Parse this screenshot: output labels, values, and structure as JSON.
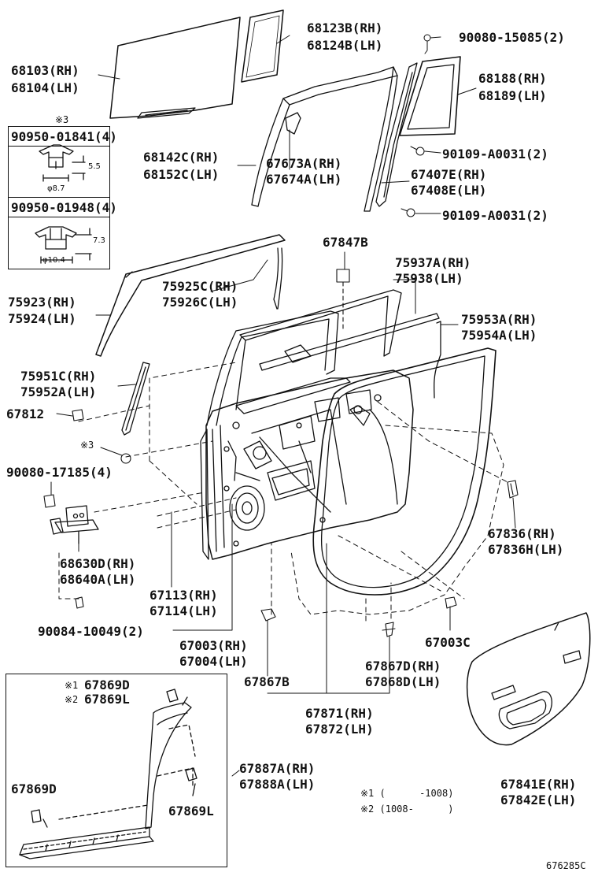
{
  "labels": {
    "l68123b": "68123B(RH)",
    "l68124b": "68124B(LH)",
    "l90080_15085": "90080-15085(2)",
    "l68103": "68103(RH)",
    "l68104": "68104(LH)",
    "l68188": "68188(RH)",
    "l68189": "68189(LH)",
    "l90109a_1": "90109-A0031(2)",
    "l68142c": "68142C(RH)",
    "l68152c": "68152C(LH)",
    "l67673a": "67673A(RH)",
    "l67674a": "67674A(LH)",
    "l67407e": "67407E(RH)",
    "l67408e": "67408E(LH)",
    "l90109a_2": "90109-A0031(2)",
    "l67847b": "67847B",
    "l75937a": "75937A(RH)",
    "l75938": "75938(LH)",
    "l75925c": "75925C(RH)",
    "l75926c": "75926C(LH)",
    "l75923": "75923(RH)",
    "l75924": "75924(LH)",
    "l75953a": "75953A(RH)",
    "l75954a": "75954A(LH)",
    "l75951c": "75951C(RH)",
    "l75952a": "75952A(LH)",
    "l67812": "67812",
    "l90080_17185": "90080-17185(4)",
    "l67836": "67836(RH)",
    "l67836h": "67836H(LH)",
    "l68630d": "68630D(RH)",
    "l68640a": "68640A(LH)",
    "l67113": "67113(RH)",
    "l67114": "67114(LH)",
    "l90084": "90084-10049(2)",
    "l67003": "67003(RH)",
    "l67004": "67004(LH)",
    "l67003c": "67003C",
    "l67867d": "67867D(RH)",
    "l67868d": "67868D(LH)",
    "l67867b": "67867B",
    "l67871": "67871(RH)",
    "l67872": "67872(LH)",
    "l67887a": "67887A(RH)",
    "l67888a": "67888A(LH)",
    "l67869d_top": "67869D",
    "l67869l_top": "67869L",
    "l67869d": "67869D",
    "l67869l": "67869L",
    "l67841e": "67841E(RH)",
    "l67842e": "67842E(LH)"
  },
  "inset": {
    "note_mark": "※3",
    "clip1_part": "90950-01841(4)",
    "clip1_dim_h": "5.5",
    "clip1_dim_d": "φ8.7",
    "clip2_part": "90950-01948(4)",
    "clip2_dim_h": "7.3",
    "clip2_dim_d": "φ10.4"
  },
  "notes": {
    "mark3": "※3",
    "mark1": "※1",
    "mark2": "※2",
    "note1": "※1 (      -1008)",
    "note2": "※2 (1008-      )"
  },
  "drawing_code": "676285C"
}
